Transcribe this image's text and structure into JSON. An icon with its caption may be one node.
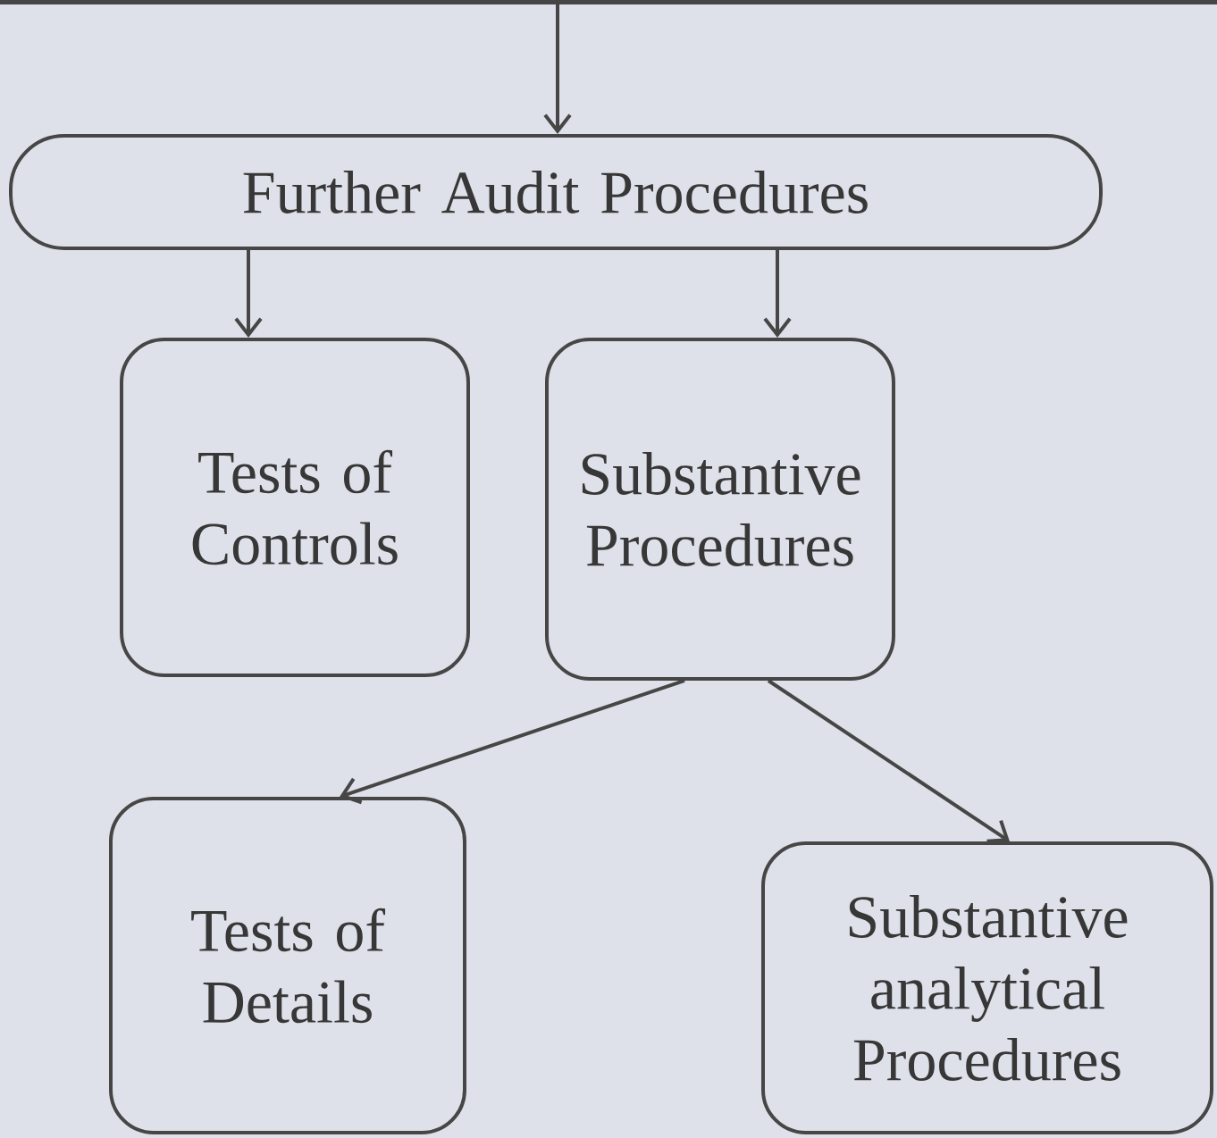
{
  "diagram": {
    "nodes": [
      {
        "text": [
          "Further Audit Procedures"
        ]
      },
      {
        "text": [
          "Tests of Controls"
        ]
      },
      {
        "text": [
          "Substantive Procedures"
        ]
      },
      {
        "text": [
          "Tests of Details"
        ]
      },
      {
        "text": [
          "Substantive analytical Procedures"
        ]
      }
    ],
    "edges": [
      {
        "from": null,
        "to": 0,
        "arrow": "to"
      },
      {
        "from": 0,
        "to": 1,
        "arrow": "to"
      },
      {
        "from": 0,
        "to": 2,
        "arrow": "to"
      },
      {
        "from": 2,
        "to": 3,
        "arrow": "to"
      },
      {
        "from": 2,
        "to": 4,
        "arrow": "to"
      }
    ]
  }
}
